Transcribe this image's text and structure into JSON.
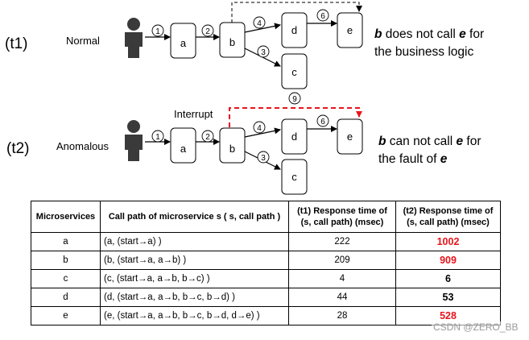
{
  "scenario1": {
    "tag": "(t1)",
    "label": "Normal",
    "nodes": {
      "a": "a",
      "b": "b",
      "c": "c",
      "d": "d",
      "e": "e"
    },
    "steps": {
      "s1": "1",
      "s2": "2",
      "s3": "3",
      "s4": "4",
      "s6": "6"
    },
    "note_line1_subject": "b",
    "note_line1_rest": " does not call ",
    "note_line1_object": "e",
    "note_line1_tail": " for",
    "note_line2": "the business logic"
  },
  "scenario2": {
    "tag": "(t2)",
    "label": "Anomalous",
    "interrupt": "Interrupt",
    "step9": "9",
    "nodes": {
      "a": "a",
      "b": "b",
      "c": "c",
      "d": "d",
      "e": "e"
    },
    "steps": {
      "s1": "1",
      "s2": "2",
      "s3": "3",
      "s4": "4",
      "s6": "6"
    },
    "note_line1_subject": "b",
    "note_line1_rest": " can not call ",
    "note_line1_object": "e",
    "note_line1_tail": " for",
    "note_line2_pre": "the fault of ",
    "note_line2_object": "e"
  },
  "colors": {
    "interrupt_red": "#e8141b",
    "user_gray": "#3a3a3a"
  },
  "table": {
    "headers": [
      "Microservices",
      "Call path of microservice s ( s, call path )",
      "(t1) Response time of (s, call path) (msec)",
      "(t2) Response time of (s, call path) (msec)"
    ],
    "rows": [
      {
        "ms": "a",
        "path": "(a,  (start→a) )",
        "t1": "222",
        "t2": "1002",
        "t2_red": true
      },
      {
        "ms": "b",
        "path": "(b,  (start→a, a→b) )",
        "t1": "209",
        "t2": "909",
        "t2_red": true
      },
      {
        "ms": "c",
        "path": "(c,  (start→a, a→b, b→c) )",
        "t1": "4",
        "t2": "6",
        "t2_red": false
      },
      {
        "ms": "d",
        "path": "(d, (start→a, a→b, b→c, b→d) )",
        "t1": "44",
        "t2": "53",
        "t2_red": false
      },
      {
        "ms": "e",
        "path": "(e,  (start→a, a→b, b→c, b→d, d→e) )",
        "t1": "28",
        "t2": "528",
        "t2_red": true
      }
    ]
  },
  "watermark": "CSDN @ZERO_BB"
}
